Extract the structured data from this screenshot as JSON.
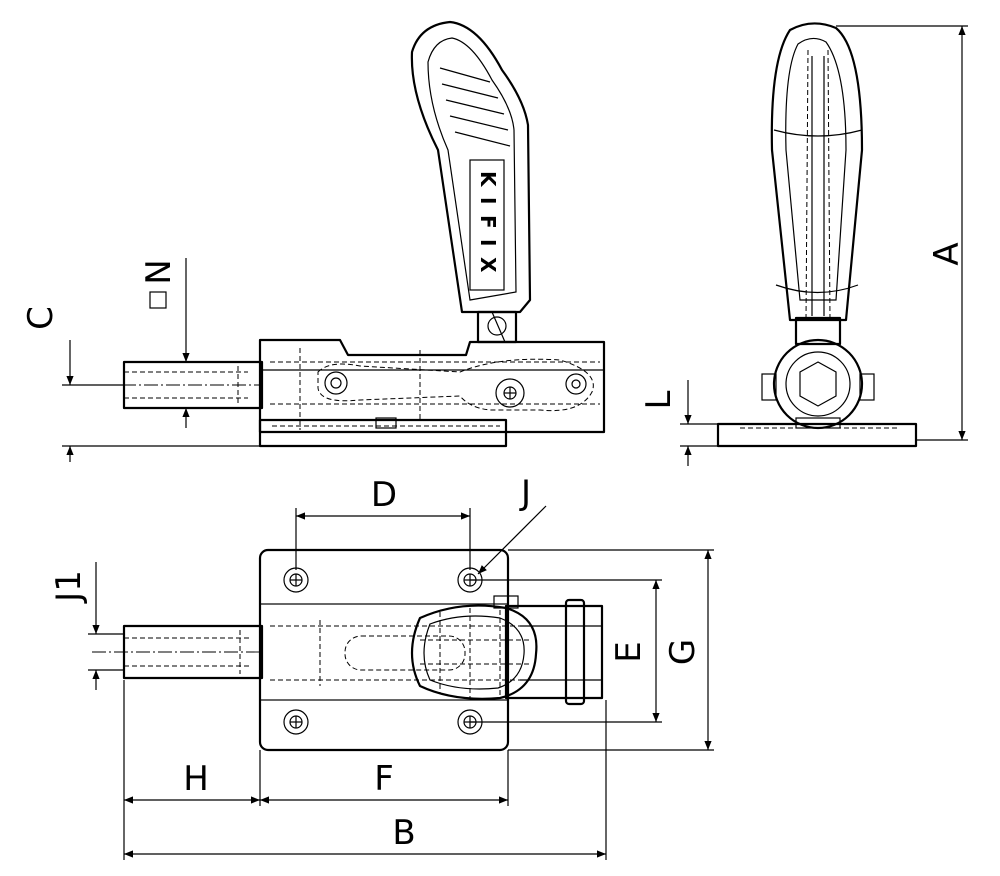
{
  "dimensions": {
    "A": "A",
    "B": "B",
    "C": "C",
    "D": "D",
    "E": "E",
    "F": "F",
    "G": "G",
    "H": "H",
    "J": "J",
    "J1": "J1",
    "L": "L",
    "N": "N"
  },
  "brand_letters": [
    "K",
    "I",
    "F",
    "I",
    "X"
  ],
  "colors": {
    "line": "#000000",
    "background": "#ffffff"
  }
}
